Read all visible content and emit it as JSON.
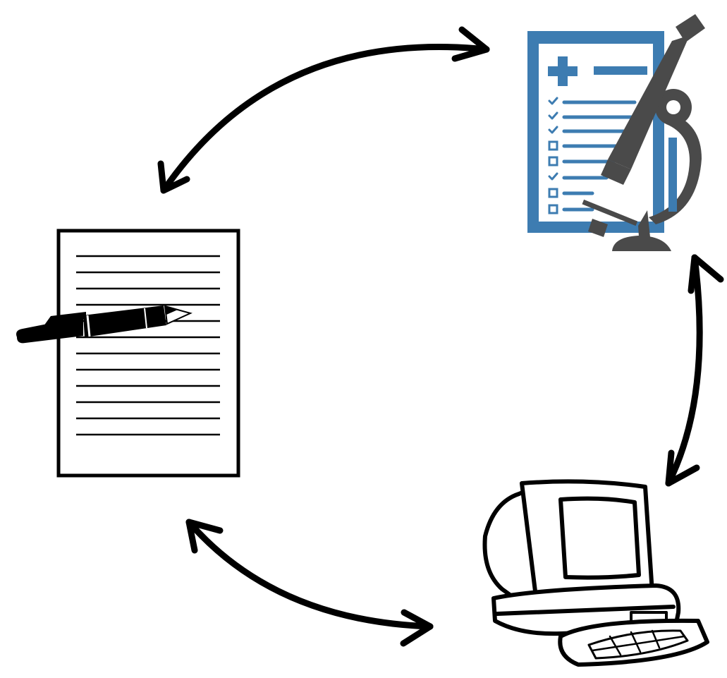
{
  "diagram": {
    "nodes": [
      {
        "id": "writing",
        "icon": "document-with-pen-icon"
      },
      {
        "id": "research",
        "icon": "medical-checklist-microscope-icon"
      },
      {
        "id": "computing",
        "icon": "desktop-computer-icon"
      }
    ],
    "edges": [
      {
        "from": "writing",
        "to": "research",
        "direction": "bidirectional"
      },
      {
        "from": "research",
        "to": "computing",
        "direction": "bidirectional"
      },
      {
        "from": "computing",
        "to": "writing",
        "direction": "bidirectional"
      }
    ],
    "colors": {
      "line": "#000000",
      "clipboard_blue": "#3d7cb1",
      "microscope_gray": "#4a4a4a",
      "background": "#ffffff"
    }
  }
}
